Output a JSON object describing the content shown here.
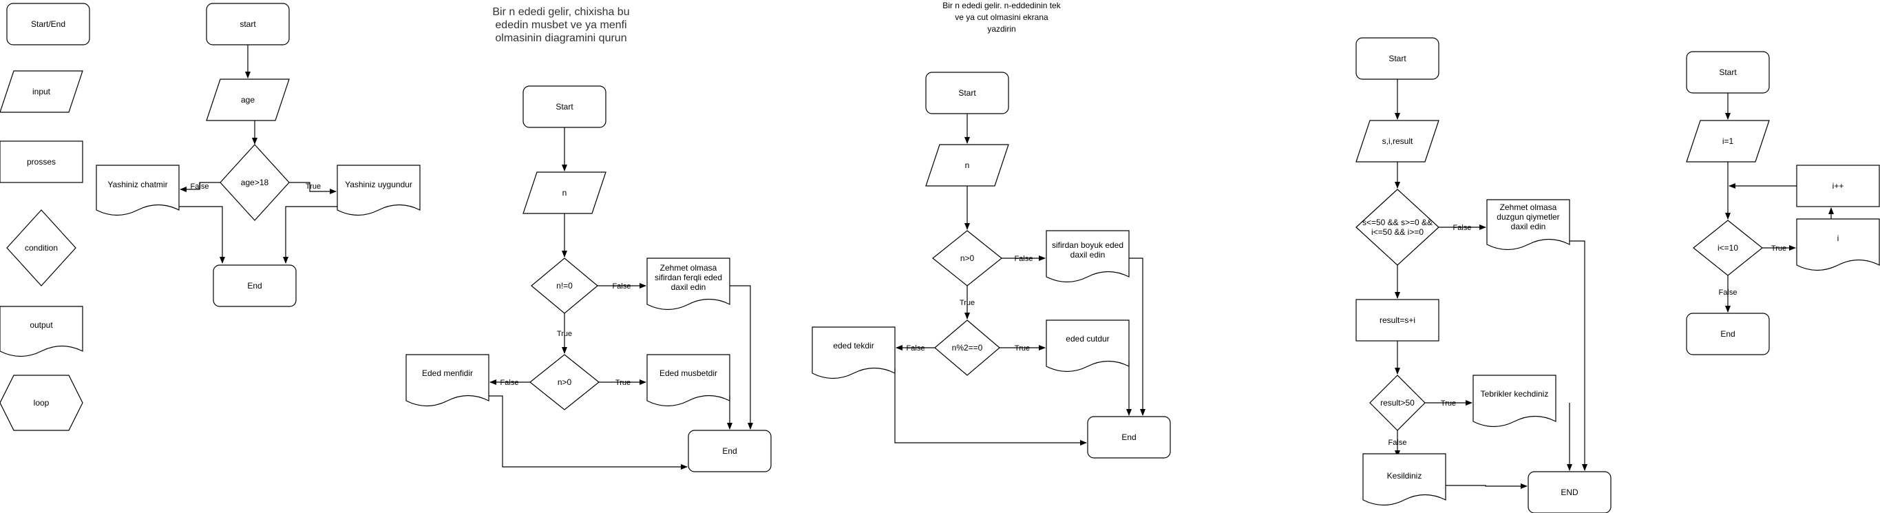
{
  "legend": {
    "start_end": "Start/End",
    "input": "input",
    "process": "prosses",
    "condition": "condition",
    "output": "output",
    "loop": "loop"
  },
  "flow1": {
    "start": "start",
    "input": "age",
    "cond": "age>18",
    "out_false": "Yashiniz chatmir",
    "out_true": "Yashiniz uygundur",
    "end": "End",
    "false_label": "False",
    "true_label": "True"
  },
  "flow2": {
    "caption": [
      "Bir n ededi gelir, chixisha bu",
      "ededin musbet ve ya menfi",
      "olmasinin diagramini qurun"
    ],
    "start": "Start",
    "input": "n",
    "cond1": "n!=0",
    "out_zero": [
      "Zehmet olmasa",
      "sifirdan ferqli eded",
      "daxil edin"
    ],
    "cond2": "n>0",
    "out_neg": "Eded menfidir",
    "out_pos": "Eded musbetdir",
    "end": "End",
    "false_label": "False",
    "true_label": "True"
  },
  "flow3": {
    "caption": [
      "Bir n ededi gelir. n-eddedinin tek",
      "ve ya cut olmasini ekrana",
      "yazdirin"
    ],
    "start": "Start",
    "input": "n",
    "cond1": "n>0",
    "out_err": [
      "sifirdan boyuk eded",
      "daxil edin"
    ],
    "cond2": "n%2==0",
    "out_odd": "eded tekdir",
    "out_even": "eded cutdur",
    "end": "End",
    "false_label": "False",
    "true_label": "True"
  },
  "flow4": {
    "start": "Start",
    "input": "s,i,result",
    "cond1": [
      "s<=50 && s>=0 &&",
      "i<=50 && i>=0"
    ],
    "out_err": [
      "Zehmet olmasa",
      "duzgun qiymetler",
      "daxil edin"
    ],
    "process": "result=s+i",
    "cond2": "result>50",
    "out_pass": "Tebrikler kechdiniz",
    "out_fail": "Kesildiniz",
    "end": "END",
    "false_label": "False",
    "true_label": "True"
  },
  "flow5": {
    "start": "Start",
    "process": "i=1",
    "cond": "i<=10",
    "output": "i",
    "increment": "i++",
    "end": "End",
    "false_label": "False",
    "true_label": "True"
  }
}
